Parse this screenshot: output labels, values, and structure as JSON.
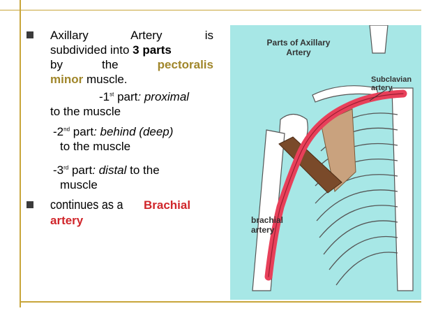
{
  "slide": {
    "bullet1": {
      "line1": [
        "Axillary",
        "Artery",
        "is"
      ],
      "line2_a": "subdivided into ",
      "line2_b": "3 parts",
      "line3": [
        "by",
        "the",
        "pectoralis"
      ],
      "line4_a": "minor",
      "line4_b": " muscle.",
      "part1_prefix": "-1",
      "part1_sup": "st",
      "part1_text": " part",
      "part1_italic": ": proximal",
      "part1_line2": "to the muscle",
      "part2_prefix": "-2",
      "part2_sup": "nd",
      "part2_text": " part",
      "part2_italic": ": behind (deep)",
      "part2_line2": "to the muscle",
      "part3_prefix": "-3",
      "part3_sup": "rd",
      "part3_text": " part",
      "part3_italic": ": distal",
      "part3_tail": " to the",
      "part3_line2": "muscle"
    },
    "bullet2": {
      "text": "continues as a ",
      "highlight": "Brachial",
      "line2": "artery"
    }
  },
  "figure": {
    "title_line1": "Parts of Axillary",
    "title_line2": "Artery",
    "subclavian_line1": "Subclavian",
    "subclavian_line2": "artery",
    "brachial_line1": "brachial",
    "brachial_line2": "artery"
  },
  "colors": {
    "accent_rule": "#c8a53a",
    "olive_text": "#a0862a",
    "red_text": "#d0252a",
    "figure_bg": "#a7e7e6",
    "artery": "#e8405a"
  }
}
